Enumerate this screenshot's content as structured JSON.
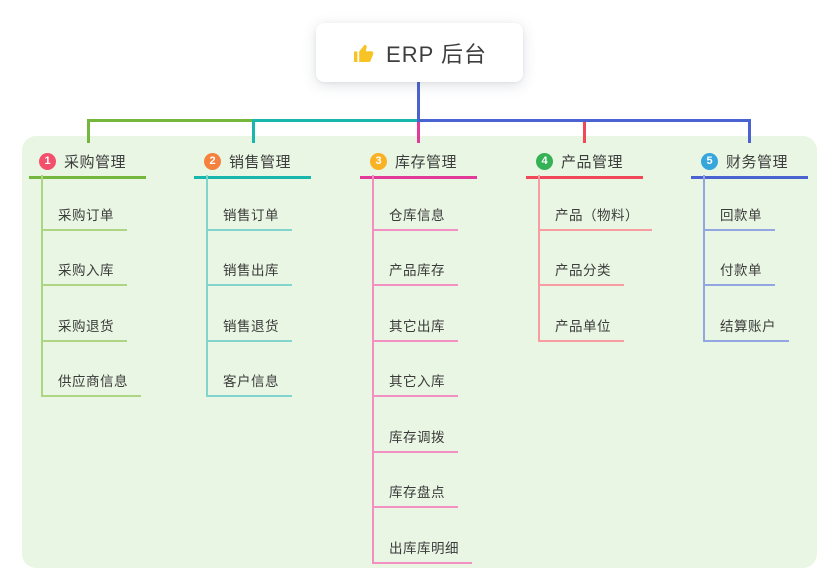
{
  "canvas": {
    "background": "#ffffff",
    "panel_background": "#e9f6e3"
  },
  "root": {
    "title": "ERP 后台",
    "icon": "thumbs-up-icon",
    "icon_color": "#f7c325"
  },
  "connector_colors": {
    "root_drop": "#4a63d0"
  },
  "branches": [
    {
      "index": "1",
      "title": "采购管理",
      "colors": {
        "badge": "#f4506b",
        "accent": "#74b73c",
        "line": "#aed584"
      },
      "children": [
        "采购订单",
        "采购入库",
        "采购退货",
        "供应商信息"
      ]
    },
    {
      "index": "2",
      "title": "销售管理",
      "colors": {
        "badge": "#f5813e",
        "accent": "#17b7ab",
        "line": "#82d5cc"
      },
      "children": [
        "销售订单",
        "销售出库",
        "销售退货",
        "客户信息"
      ]
    },
    {
      "index": "3",
      "title": "库存管理",
      "colors": {
        "badge": "#f8b224",
        "accent": "#e13a98",
        "line": "#f291c1"
      },
      "children": [
        "仓库信息",
        "产品库存",
        "其它出库",
        "其它入库",
        "库存调拨",
        "库存盘点",
        "出库库明细"
      ]
    },
    {
      "index": "4",
      "title": "产品管理",
      "colors": {
        "badge": "#35b256",
        "accent": "#f04858",
        "line": "#f79da2"
      },
      "children": [
        "产品（物料）",
        "产品分类",
        "产品单位"
      ]
    },
    {
      "index": "5",
      "title": "财务管理",
      "colors": {
        "badge": "#36a6dc",
        "accent": "#4a63d0",
        "line": "#92a7e2"
      },
      "children": [
        "回款单",
        "付款单",
        "结算账户"
      ]
    }
  ]
}
